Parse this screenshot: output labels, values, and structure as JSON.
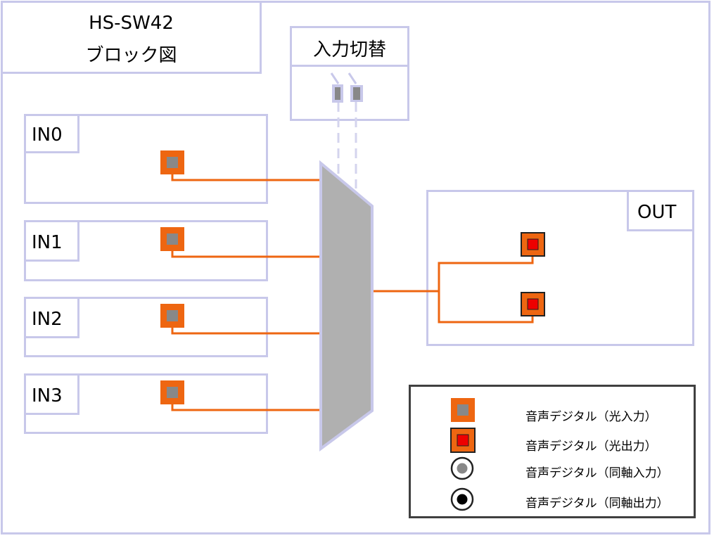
{
  "title": {
    "line1": "HS-SW42",
    "line2": "ブロック図"
  },
  "switch_box": {
    "label": "入力切替"
  },
  "inputs": [
    {
      "label": "IN0"
    },
    {
      "label": "IN1"
    },
    {
      "label": "IN2"
    },
    {
      "label": "IN3"
    }
  ],
  "output": {
    "label": "OUT"
  },
  "legend": [
    {
      "icon": "optical-input-icon",
      "label": "音声デジタル（光入力）"
    },
    {
      "icon": "optical-output-icon",
      "label": "音声デジタル（光出力）"
    },
    {
      "icon": "coaxial-input-icon",
      "label": "音声デジタル（同軸入力）"
    },
    {
      "icon": "coaxial-output-icon",
      "label": "音声デジタル（同軸出力）"
    }
  ],
  "colors": {
    "border": "#c8c8ea",
    "wire": "#ee6611",
    "port_orange": "#ee6611",
    "port_gray": "#888888",
    "port_red": "#ee0000",
    "mux": "#b0b0b0"
  }
}
